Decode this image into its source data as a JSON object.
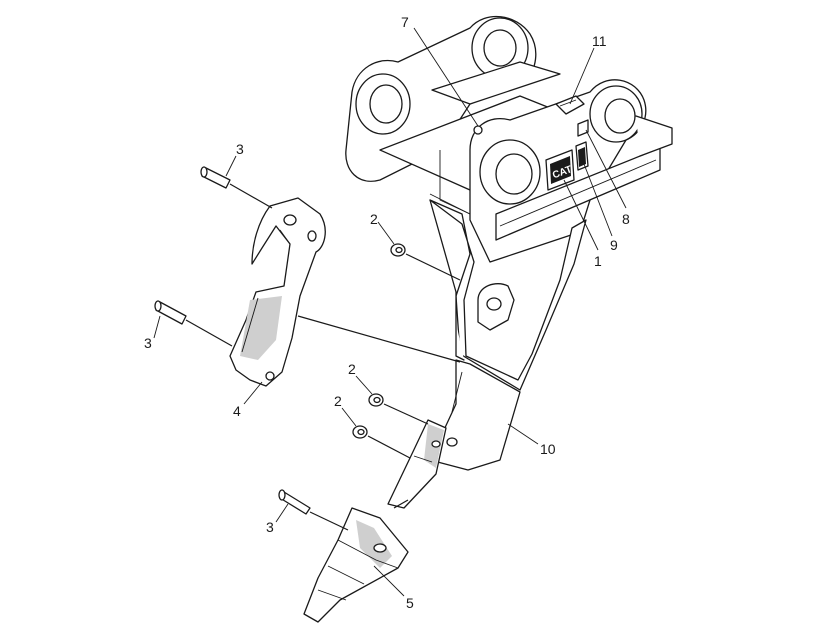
{
  "callouts": {
    "c1": "1",
    "c2a": "2",
    "c2b": "2",
    "c2c": "2",
    "c3a": "3",
    "c3b": "3",
    "c3c": "3",
    "c4": "4",
    "c5": "5",
    "c7": "7",
    "c8": "8",
    "c9": "9",
    "c10": "10",
    "c11": "11"
  },
  "decal": {
    "brand": "CAT"
  }
}
